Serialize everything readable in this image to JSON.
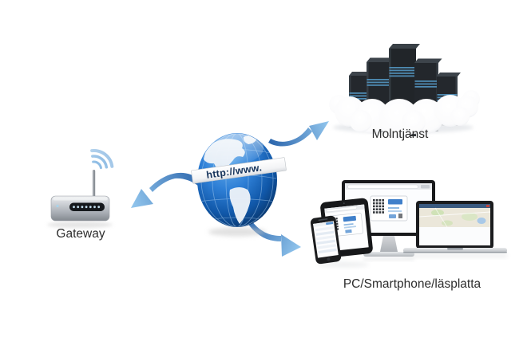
{
  "background": "#ffffff",
  "globe": {
    "banner_text": "http://www.",
    "colors": {
      "ocean_light": "#6cb2ee",
      "ocean": "#2e7fd6",
      "ocean_dark": "#093468",
      "land": "#edf2f8",
      "grid": "#a7cdf0"
    }
  },
  "cloud_service": {
    "label": "Molntjänst",
    "server_count": 5,
    "colors": {
      "server": "#23272c",
      "server_top": "#3d444b",
      "stripe": "#4e8ab2",
      "cloud": "#ffffff"
    }
  },
  "gateway": {
    "label": "Gateway",
    "led_count": 7,
    "wifi_wave_count": 3,
    "colors": {
      "body": "#c9cdd2",
      "panel": "#15181c",
      "led": "#c2dcec",
      "wave": "#5b9bd6"
    }
  },
  "devices": {
    "label": "PC/Smartphone/läsplatta",
    "items": [
      "smartphone",
      "tablet",
      "desktop-pc",
      "laptop"
    ]
  },
  "arrows": {
    "count": 3,
    "connections": [
      "globe-to-cloud-service",
      "globe-to-gateway",
      "globe-to-devices"
    ],
    "colors": {
      "tail": "#2d67ad",
      "head": "#90c4ec"
    }
  }
}
